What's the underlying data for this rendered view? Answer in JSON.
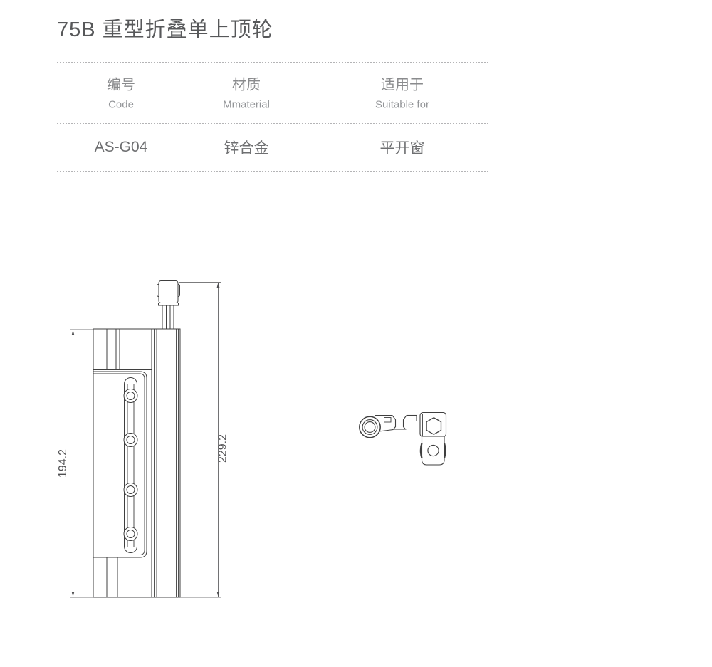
{
  "page": {
    "title": "75B 重型折叠单上顶轮"
  },
  "table": {
    "columns": [
      {
        "zh": "编号",
        "en": "Code"
      },
      {
        "zh": "材质",
        "en": "Mmaterial"
      },
      {
        "zh": "适用于",
        "en": "Suitable for"
      }
    ],
    "row": {
      "code": "AS-G04",
      "material": "锌合金",
      "suitable_for": "平开窗"
    }
  },
  "drawing": {
    "dim_left_height": "194.2",
    "dim_right_height": "229.2"
  },
  "colors": {
    "line": "#3f3f3f",
    "dim": "#4f4f51",
    "rule": "#b4b4b6",
    "title_text": "#57585a",
    "table_text": "#8a8b8d"
  }
}
